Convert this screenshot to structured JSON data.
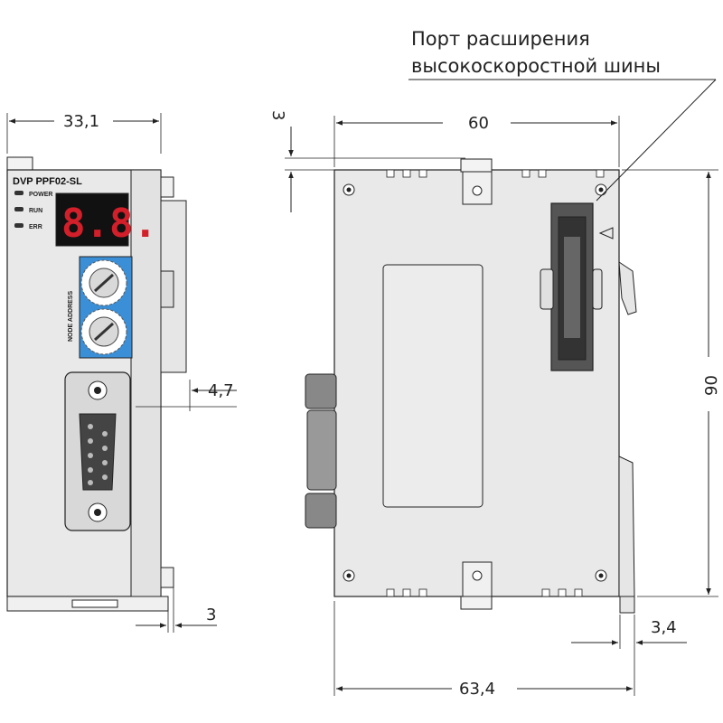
{
  "callout": {
    "line1": "Порт расширения",
    "line2": "высокоскоростной шины"
  },
  "device": {
    "model": "DVP PPF02-SL",
    "leds": [
      "POWER",
      "RUN",
      "ERR"
    ],
    "display": "8.8.",
    "switch_label": "NODE ADDRESS"
  },
  "dimensions": {
    "front_width": "33,1",
    "side_depth": "4,7",
    "front_bottom": "3",
    "top_offset": "3",
    "body_width": "60",
    "height": "90",
    "total_width": "63,4",
    "rail_offset": "3,4"
  },
  "colors": {
    "body": "#e9e9e9",
    "outline": "#222222",
    "switch": "#3b8fd6",
    "display": "#d21f2a",
    "connector": "#666666"
  }
}
